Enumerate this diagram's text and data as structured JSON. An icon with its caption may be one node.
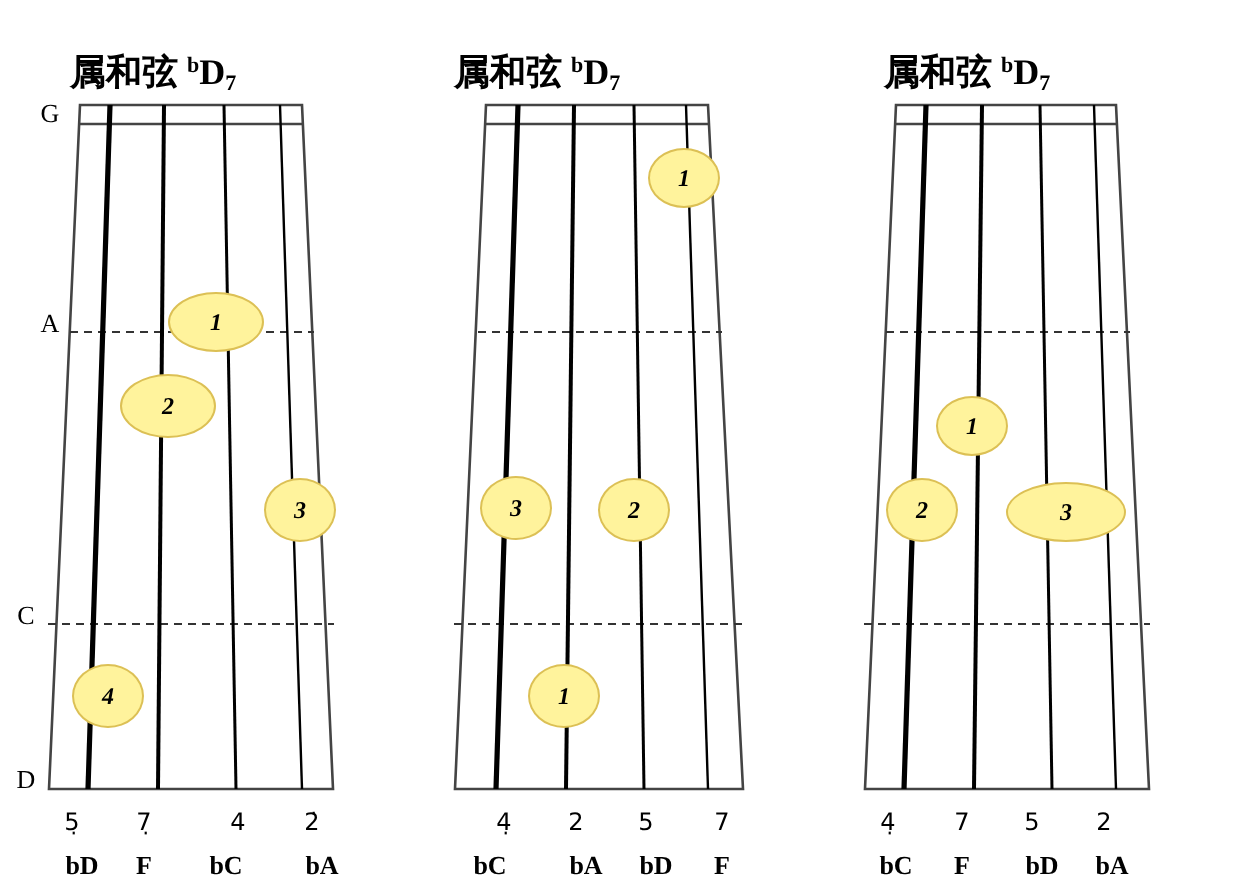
{
  "diagram": {
    "nodes": [
      {
        "text": [
          "属和弦 $^{b}$D$_{7}$"
        ],
        "beside": [
          "5̣",
          "7̣",
          "4",
          "2̇",
          "bD",
          "F",
          "bC",
          "bA"
        ]
      },
      {
        "text": [
          "1"
        ],
        "in": 0
      },
      {
        "text": [
          "2"
        ],
        "in": 0
      },
      {
        "text": [
          "3"
        ],
        "in": 0
      },
      {
        "text": [
          "4"
        ],
        "in": 0
      },
      {
        "text": [
          "属和弦 $^{b}$D$_{7}$"
        ],
        "beside": [
          "4̣",
          "2",
          "5",
          "7",
          "bC",
          "bA",
          "bD",
          "F"
        ]
      },
      {
        "text": [
          "1"
        ],
        "in": 5
      },
      {
        "text": [
          "3"
        ],
        "in": 5
      },
      {
        "text": [
          "2"
        ],
        "in": 5
      },
      {
        "text": [
          "1"
        ],
        "in": 5
      },
      {
        "text": [
          "属和弦 $^{b}$D$_{7}$"
        ],
        "beside": [
          "4̣",
          "7",
          "5",
          "2",
          "bC",
          "F",
          "bD",
          "bA"
        ]
      },
      {
        "text": [
          "1"
        ],
        "in": 10
      },
      {
        "text": [
          "2"
        ],
        "in": 10
      },
      {
        "text": [
          "3"
        ],
        "in": 10
      }
    ],
    "labels": [
      "G",
      "A",
      "C",
      "D"
    ]
  }
}
